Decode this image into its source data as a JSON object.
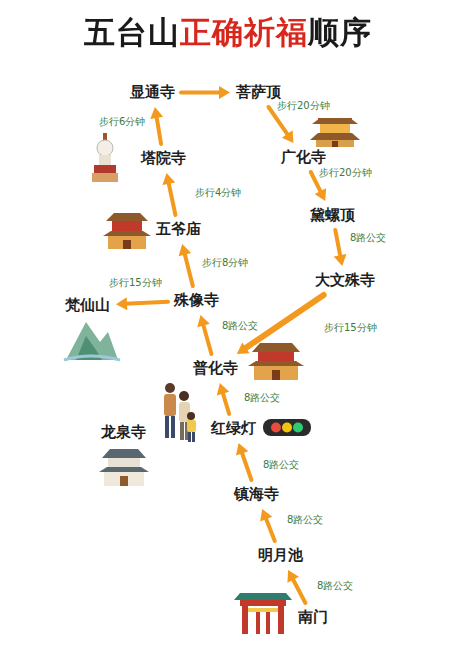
{
  "diagram": {
    "title": "五台山正确祈福顺序",
    "nodes": [
      {
        "text": [
          "显通寺"
        ]
      },
      {
        "text": [
          "菩萨顶"
        ]
      },
      {
        "text": [
          "塔院寺"
        ]
      },
      {
        "text": [
          "广化寺"
        ]
      },
      {
        "text": [
          "五爷庙"
        ]
      },
      {
        "text": [
          "黛螺顶"
        ]
      },
      {
        "text": [
          "大文殊寺"
        ]
      },
      {
        "text": [
          "梵仙山"
        ]
      },
      {
        "text": [
          "殊像寺"
        ]
      },
      {
        "text": [
          "普化寺"
        ]
      },
      {
        "text": [
          "龙泉寺"
        ]
      },
      {
        "text": [
          "红绿灯"
        ]
      },
      {
        "text": [
          "镇海寺"
        ]
      },
      {
        "text": [
          "明月池"
        ]
      },
      {
        "text": [
          "南门"
        ]
      }
    ],
    "edges": [
      {
        "from": 14,
        "to": 13,
        "arrow": "to",
        "label": "8路公交"
      },
      {
        "from": 13,
        "to": 12,
        "arrow": "to",
        "label": "8路公交"
      },
      {
        "from": 12,
        "to": 11,
        "arrow": "to",
        "label": "8路公交"
      },
      {
        "from": 11,
        "to": 9,
        "arrow": "to",
        "label": "8路公交"
      },
      {
        "from": 9,
        "to": 8,
        "arrow": "to",
        "label": "8路公交"
      },
      {
        "from": 8,
        "to": 7,
        "arrow": "to",
        "label": "步行15分钟"
      },
      {
        "from": 8,
        "to": 4,
        "arrow": "to",
        "label": "步行8分钟"
      },
      {
        "from": 4,
        "to": 2,
        "arrow": "to",
        "label": "步行4分钟"
      },
      {
        "from": 2,
        "to": 0,
        "arrow": "to",
        "label": "步行6分钟"
      },
      {
        "from": 0,
        "to": 1,
        "arrow": "to"
      },
      {
        "from": 1,
        "to": 3,
        "arrow": "to",
        "label": "步行20分钟"
      },
      {
        "from": 3,
        "to": 5,
        "arrow": "to",
        "label": "步行20分钟"
      },
      {
        "from": 5,
        "to": 6,
        "arrow": "to",
        "label": "8路公交"
      },
      {
        "from": 6,
        "to": 9,
        "arrow": "to",
        "label": "步行15分钟"
      }
    ]
  }
}
